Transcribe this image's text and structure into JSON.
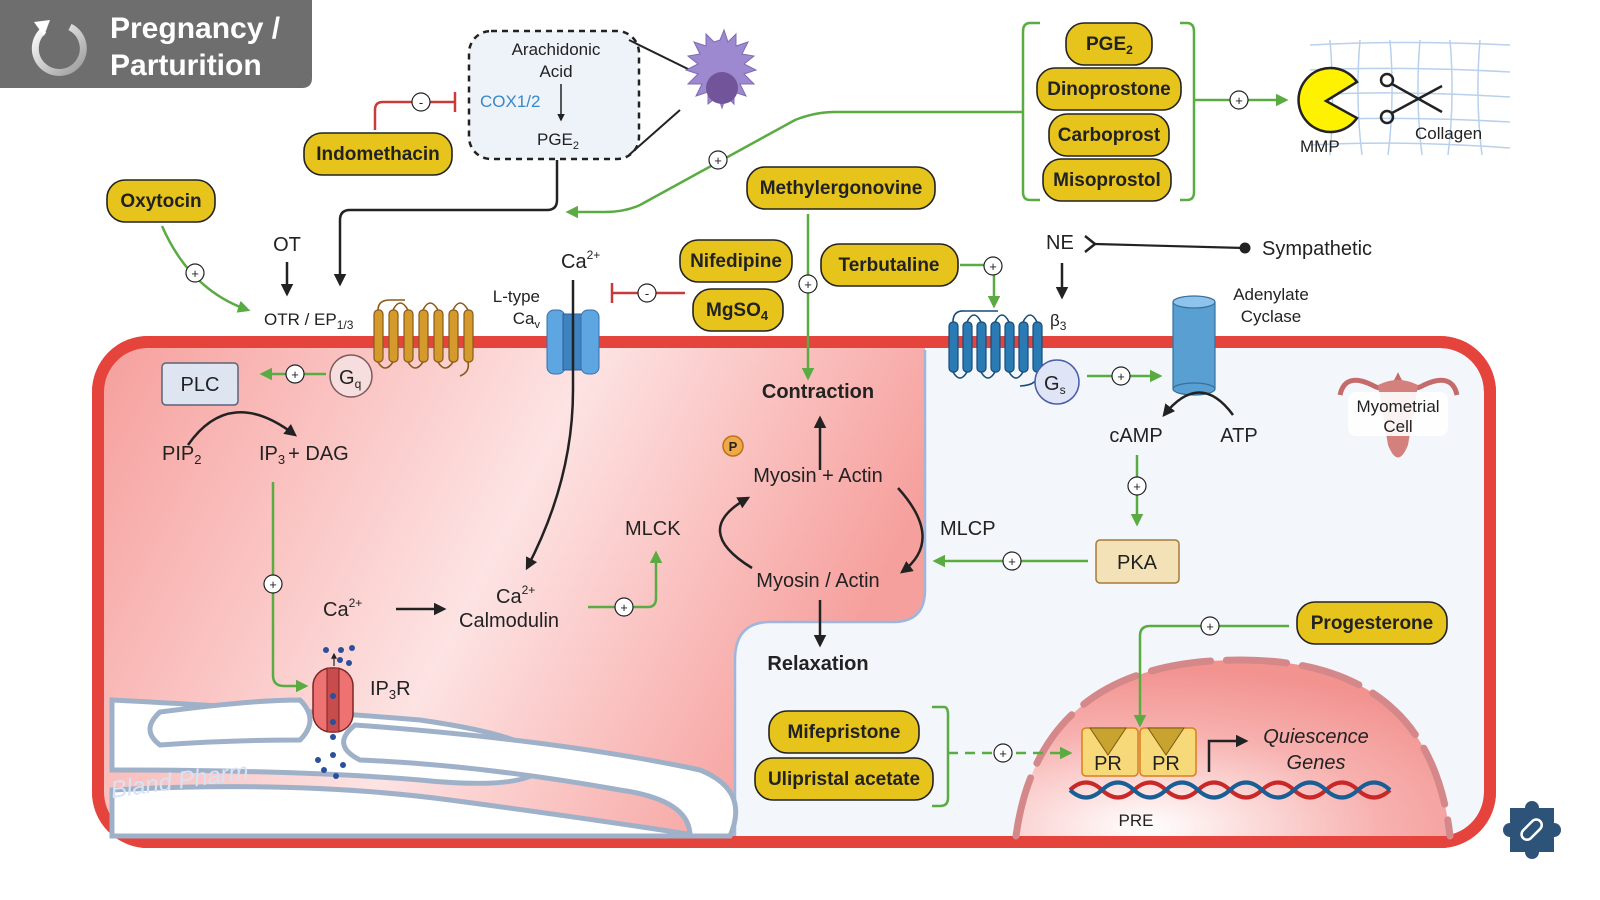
{
  "header": {
    "title_line1": "Pregnancy /",
    "title_line2": "Parturition",
    "icon": "cycle-arrow-icon"
  },
  "cox_box": {
    "substrate_line1": "Arachidonic",
    "substrate_line2": "Acid",
    "enzyme": "COX1/2",
    "product": "PGE",
    "product_sub": "2"
  },
  "drugs": {
    "indomethacin": "Indomethacin",
    "oxytocin": "Oxytocin",
    "methylergonovine": "Methylergonovine",
    "nifedipine": "Nifedipine",
    "mgso4": "MgSO",
    "mgso4_sub": "4",
    "terbutaline": "Terbutaline",
    "pge2": "PGE",
    "pge2_sub": "2",
    "dinoprostone": "Dinoprostone",
    "carboprost": "Carboprost",
    "misoprostol": "Misoprostol",
    "progesterone": "Progesterone",
    "mifepristone": "Mifepristone",
    "ulipristal": "Ulipristal acetate"
  },
  "signs": {
    "plus": "+",
    "minus": "-"
  },
  "collagen": {
    "mmp": "MMP",
    "collagen": "Collagen"
  },
  "receptors": {
    "ot": "OT",
    "otr": "OTR / EP",
    "otr_sub": "1/3",
    "gq": "G",
    "gq_sub": "q",
    "ltype_line1": "L-type",
    "ltype_line2": "Ca",
    "ltype_sub": "v",
    "ca_ext": "Ca",
    "ca_ext_sup": "2+",
    "ne": "NE",
    "sympathetic": "Sympathetic",
    "beta3": "β",
    "beta3_sub": "3",
    "gs": "G",
    "gs_sub": "s",
    "ac_line1": "Adenylate",
    "ac_line2": "Cyclase"
  },
  "pathway": {
    "plc": "PLC",
    "pip2": "PIP",
    "pip2_sub": "2",
    "ip3": "IP",
    "ip3_sub": "3",
    "ip3_rest": "+ DAG",
    "ca_cyt": "Ca",
    "ca_cyt_sup": "2+",
    "ip3r": "IP",
    "ip3r_sub": "3",
    "ip3r_rest": "R",
    "calmodulin_ca": "Ca",
    "calmodulin_sup": "2+",
    "calmodulin": "Calmodulin",
    "mlck": "MLCK",
    "myosin_actin_p": "Myosin + Actin",
    "myosin_actin": "Myosin / Actin",
    "phospho": "P",
    "contraction": "Contraction",
    "relaxation": "Relaxation",
    "mlcp": "MLCP",
    "camp": "cAMP",
    "atp": "ATP",
    "pka": "PKA",
    "myometrial_line1": "Myometrial",
    "myometrial_line2": "Cell"
  },
  "nucleus": {
    "pr1": "PR",
    "pr2": "PR",
    "pre": "PRE",
    "genes_line1": "Quiescence",
    "genes_line2": "Genes"
  },
  "watermark": "Bland Pharm",
  "colors": {
    "drug_fill": "#e6c41c",
    "activation": "#5aab42",
    "inhibition": "#c93b3b",
    "cell_membrane": "#e5443d",
    "title_bg": "#6e6e6e",
    "logo": "#2e5379"
  }
}
